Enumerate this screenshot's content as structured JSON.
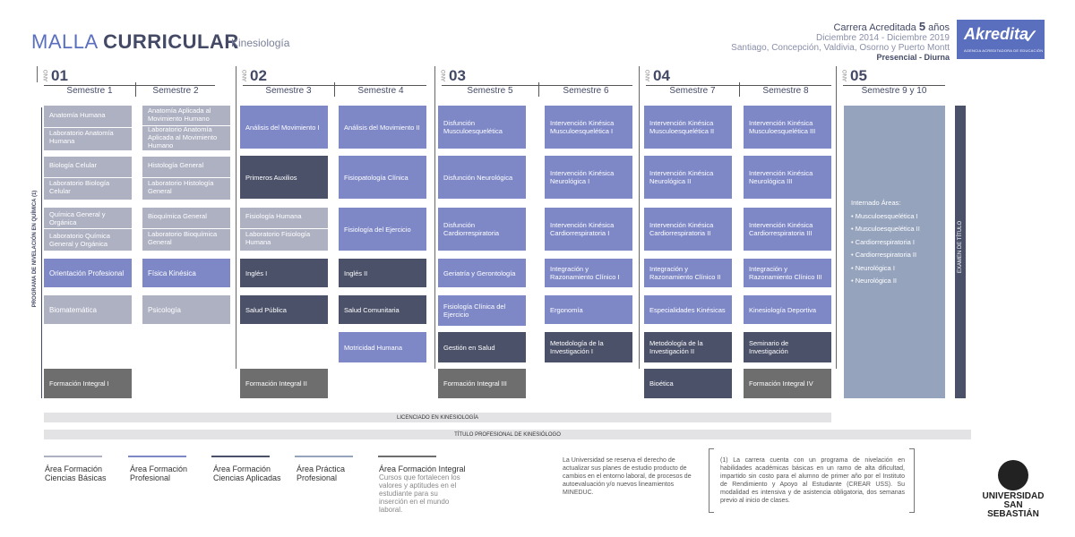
{
  "header": {
    "title_light": "MALLA",
    "title_bold": "CURRICULAR",
    "subtitle": "Kinesiología",
    "accreditation": "Carrera Acreditada",
    "accreditation_years_num": "5",
    "accreditation_years_word": "años",
    "period": "Diciembre 2014 - Diciembre 2019",
    "campuses": "Santiago, Concepción, Valdivia, Osorno y Puerto Montt",
    "modality": "Presencial - Diurna",
    "badge_name": "Akredita",
    "badge_tagline": "AGENCIA ACREDITADORA DE EDUCACIÓN",
    "badge_check": "✓"
  },
  "year_prefix": "AÑO",
  "years": [
    "01",
    "02",
    "03",
    "04",
    "05"
  ],
  "semesters": [
    "Semestre 1",
    "Semestre 2",
    "Semestre 3",
    "Semestre 4",
    "Semestre 5",
    "Semestre 6",
    "Semestre 7",
    "Semestre 8",
    "Semestre 9 y 10"
  ],
  "courses": {
    "s1": [
      "Anatomía Humana",
      "Laboratorio Anatomía Humana",
      "Biología Celular",
      "Laboratorio Biología Celular",
      "Química General y Orgánica",
      "Laboratorio Química General y Orgánica",
      "Orientación Profesional",
      "Biomatemática",
      "Formación Integral I"
    ],
    "s2": [
      "Anatomía Aplicada al Movimiento Humano",
      "Laboratorio Anatomía Aplicada al Movimiento Humano",
      "Histología General",
      "Laboratorio Histología General",
      "Bioquímica General",
      "Laboratorio Bioquímica General",
      "Física Kinésica",
      "Psicología"
    ],
    "s3": [
      "Análisis del Movimiento I",
      "Primeros Auxilios",
      "Fisiología Humana",
      "Laboratorio Fisiología Humana",
      "Inglés I",
      "Salud Pública",
      "Formación Integral II"
    ],
    "s4": [
      "Análisis del Movimiento II",
      "Fisiopatología Clínica",
      "Fisiología del Ejercicio",
      "Inglés II",
      "Salud Comunitaria",
      "Motricidad Humana"
    ],
    "s5": [
      "Disfunción Musculoesquelética",
      "Disfunción Neurológica",
      "Disfunción Cardiorrespiratoria",
      "Geriatría y Gerontología",
      "Fisiología Clínica del Ejercicio",
      "Gestión en Salud",
      "Formación Integral III"
    ],
    "s6": [
      "Intervención Kinésica Musculoesquelética I",
      "Intervención Kinésica Neurológica I",
      "Intervención Kinésica Cardiorrespiratoria I",
      "Integración y Razonamiento Clínico I",
      "Ergonomía",
      "Metodología de la Investigación I"
    ],
    "s7": [
      "Intervención Kinésica Musculoesquelética II",
      "Intervención Kinésica Neurológica II",
      "Intervención Kinésica Cardiorrespiratoria II",
      "Integración y Razonamiento Clínico II",
      "Especialidades Kinésicas",
      "Metodología de la Investigación II",
      "Bioética"
    ],
    "s8": [
      "Intervención Kinésica Musculoesquelética III",
      "Intervención Kinésica Neurológica III",
      "Intervención Kinésica Cardiorrespiratoria III",
      "Integración y Razonamiento Clínico III",
      "Kinesiología Deportiva",
      "Seminario de Investigación",
      "Formación Integral IV"
    ]
  },
  "internado": {
    "title": "Internado Áreas:",
    "items": [
      "• Musculoesquelética I",
      "• Musculoesquelética II",
      "• Cardiorrespiratoria I",
      "• Cardiorrespiratoria II",
      "• Neurológica I",
      "• Neurológica II"
    ]
  },
  "examen": "EXAMEN DE TÍTULO",
  "programa_nivelacion": "PROGRAMA DE NIVELACIÓN EN QUÍMICA (1)",
  "licenciado": "LICENCIADO EN KINESIOLOGÍA",
  "titulo": "TÍTULO PROFESIONAL DE KINESIÓLOGO",
  "legend": [
    {
      "line1": "Área Formación",
      "line2": "Ciencias Básicas",
      "color": "#aeb1c2"
    },
    {
      "line1": "Área Formación",
      "line2": "Profesional",
      "color": "#7e88c7"
    },
    {
      "line1": "Área Formación",
      "line2": "Ciencias Aplicadas",
      "color": "#4b5169"
    },
    {
      "line1": "Área Práctica",
      "line2": "Profesional",
      "color": "#95a3bd"
    },
    {
      "line1": "Área Formación Integral",
      "line2": "Cursos que fortalecen los valores y aptitudes en el estudiante para su inserción en el mundo laboral.",
      "color": "#6e6e6e"
    }
  ],
  "note_university": "La Universidad se reserva el derecho de actualizar sus planes de estudio producto de cambios en el entorno laboral, de procesos de autoevaluación y/o nuevos lineamientos MINEDUC.",
  "note_program": "(1) La carrera cuenta con un programa de nivelación en habilidades académicas básicas en un ramo de alta dificultad, impartido sin costo para el alumno de primer año por el Instituto de Rendimiento y Apoyo al Estudiante (CREAR USS). Su modalidad es intensiva y de asistencia obligatoria, dos semanas previo al inicio de clases.",
  "university_line1": "UNIVERSIDAD",
  "university_line2": "SAN SEBASTIÁN"
}
